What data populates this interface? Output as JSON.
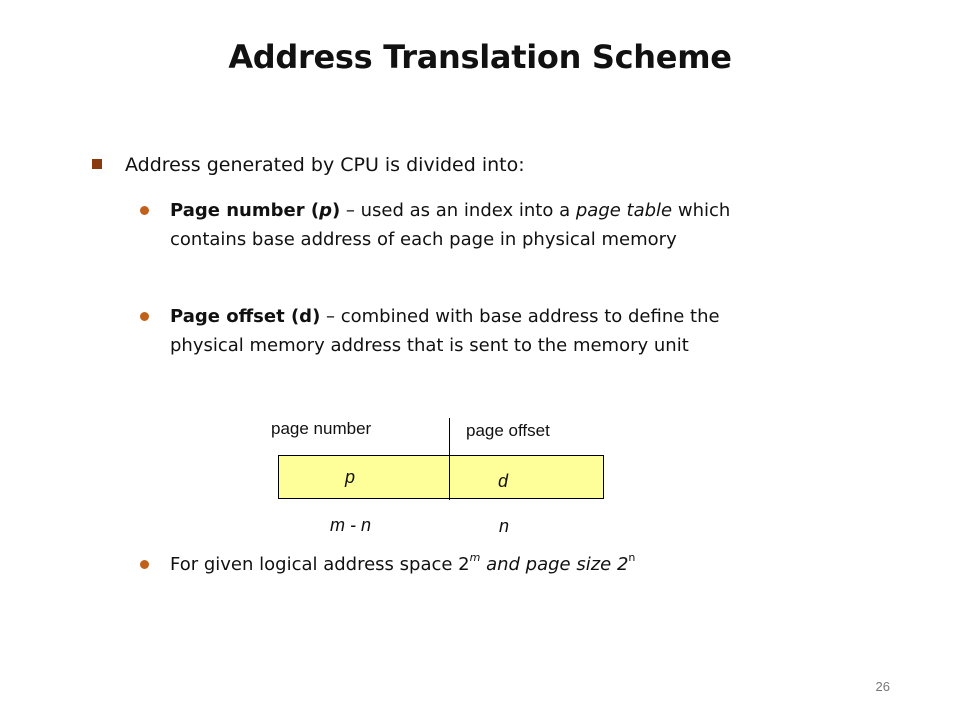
{
  "title": "Address Translation Scheme",
  "bullet": "Address generated by CPU is divided into:",
  "sub1": {
    "b1": "Page number (",
    "b1_italic": "p",
    "b1_close": ")",
    "t1": " – used as an index into a ",
    "t1_italic": "page table",
    "t2": " which contains base address of each page in physical memory"
  },
  "sub2": {
    "b1": "Page offset (d)",
    "t1": " – combined with base address to define the physical memory address that is sent to the memory unit"
  },
  "sub3": {
    "t1": "For given logical address space 2",
    "sup1": "m",
    "t2_italic": " and page size 2",
    "sup2": "n"
  },
  "diagram": {
    "label_left": "page number",
    "label_right": "page offset",
    "cell_left": "p",
    "cell_right": "d",
    "below_left": "m - n",
    "below_right": "n",
    "fill_color": "#FFFF99"
  },
  "page_number": "26",
  "colors": {
    "square_bullet": "#8B3A0E",
    "dot_bullet": "#C0601A"
  }
}
